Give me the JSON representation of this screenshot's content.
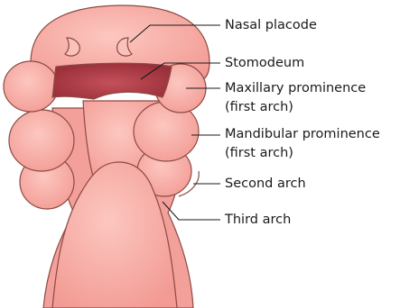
{
  "diagram": {
    "labels": {
      "nasal_placode": "Nasal placode",
      "stomodeum": "Stomodeum",
      "maxillary_line1": "Maxillary prominence",
      "maxillary_line2": "(first arch)",
      "mandibular_line1": "Mandibular prominence",
      "mandibular_line2": "(first arch)",
      "second_arch": "Second arch",
      "third_arch": "Third arch"
    },
    "colors": {
      "tissue_fill": "#f4a09a",
      "tissue_light": "#fbc2bb",
      "tissue_outline": "#8c4a44",
      "stomodeum_fill": "#a83a44",
      "leader_line": "#1a1a1a"
    }
  }
}
